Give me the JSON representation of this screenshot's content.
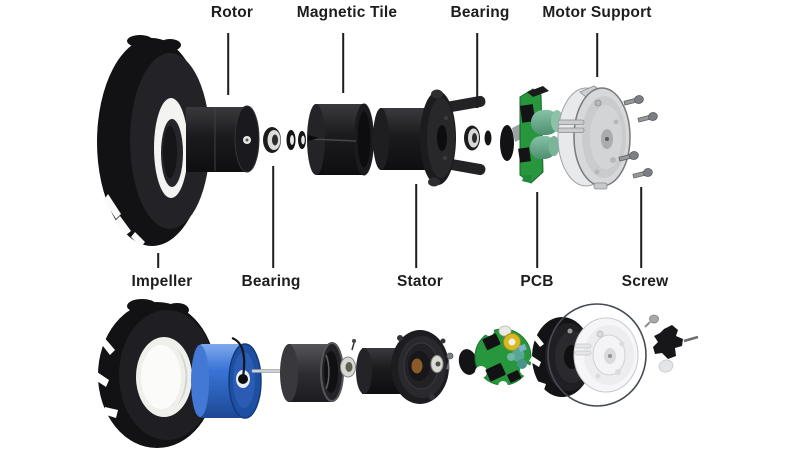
{
  "colors": {
    "background": "#ffffff",
    "ink": "#1d1d1f",
    "part_black": "#141416",
    "pcb_green": "#27963c",
    "rotor_blue": "#3069c8",
    "support_gray": "#d6d8da",
    "inductor_yellow": "#d9b91f",
    "capacitor_teal": "#58a795",
    "screw_gray": "#8a8d90"
  },
  "labels": {
    "top": [
      {
        "id": "rotor",
        "text": "Rotor"
      },
      {
        "id": "magnetic-tile",
        "text": "Magnetic Tile"
      },
      {
        "id": "bearing",
        "text": "Bearing"
      },
      {
        "id": "motor-support",
        "text": "Motor Support"
      }
    ],
    "bottom": [
      {
        "id": "impeller",
        "text": "Impeller"
      },
      {
        "id": "bearing",
        "text": "Bearing"
      },
      {
        "id": "stator",
        "text": "Stator"
      },
      {
        "id": "pcb",
        "text": "PCB"
      },
      {
        "id": "screw",
        "text": "Screw"
      }
    ]
  }
}
